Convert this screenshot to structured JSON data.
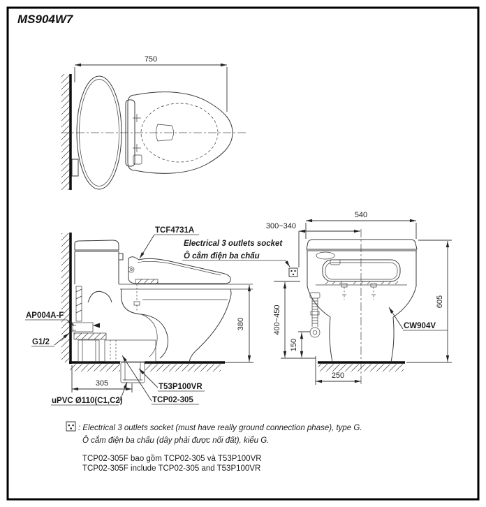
{
  "title": "MS904W7",
  "top_view": {
    "dim_depth": "750"
  },
  "side_view": {
    "label_washlet": "TCF4731A",
    "label_stop_valve": "AP004A-F",
    "label_thread": "G1/2",
    "label_drain_pipe": "uPVC Ø110(C1,C2)",
    "label_flange": "T53P100VR",
    "label_adapter": "TCP02-305",
    "dim_seat_height": "380",
    "dim_rough_in": "305"
  },
  "front_view": {
    "socket_label_en": "Electrical 3 outlets socket",
    "socket_label_vi": "Ô cắm điện ba chấu",
    "label_bowl": "CW904V",
    "dim_width": "540",
    "dim_height": "605",
    "dim_socket_offset": "300~340",
    "dim_socket_height": "400~450",
    "dim_valve_height": "150",
    "dim_valve_offset": "250"
  },
  "legend": {
    "socket_note_en": ": Electrical 3 outlets socket (must have really ground connection phase), type G.",
    "socket_note_vi": "Ô cắm điện ba chấu (dây phải được nối đất), kiểu G.",
    "set_note_vi": "TCP02-305F bao gồm TCP02-305 và T53P100VR",
    "set_note_en": "TCP02-305F include TCP02-305 and T53P100VR"
  },
  "colors": {
    "line": "#3a3a3a",
    "frame": "#000000",
    "background": "#ffffff"
  }
}
